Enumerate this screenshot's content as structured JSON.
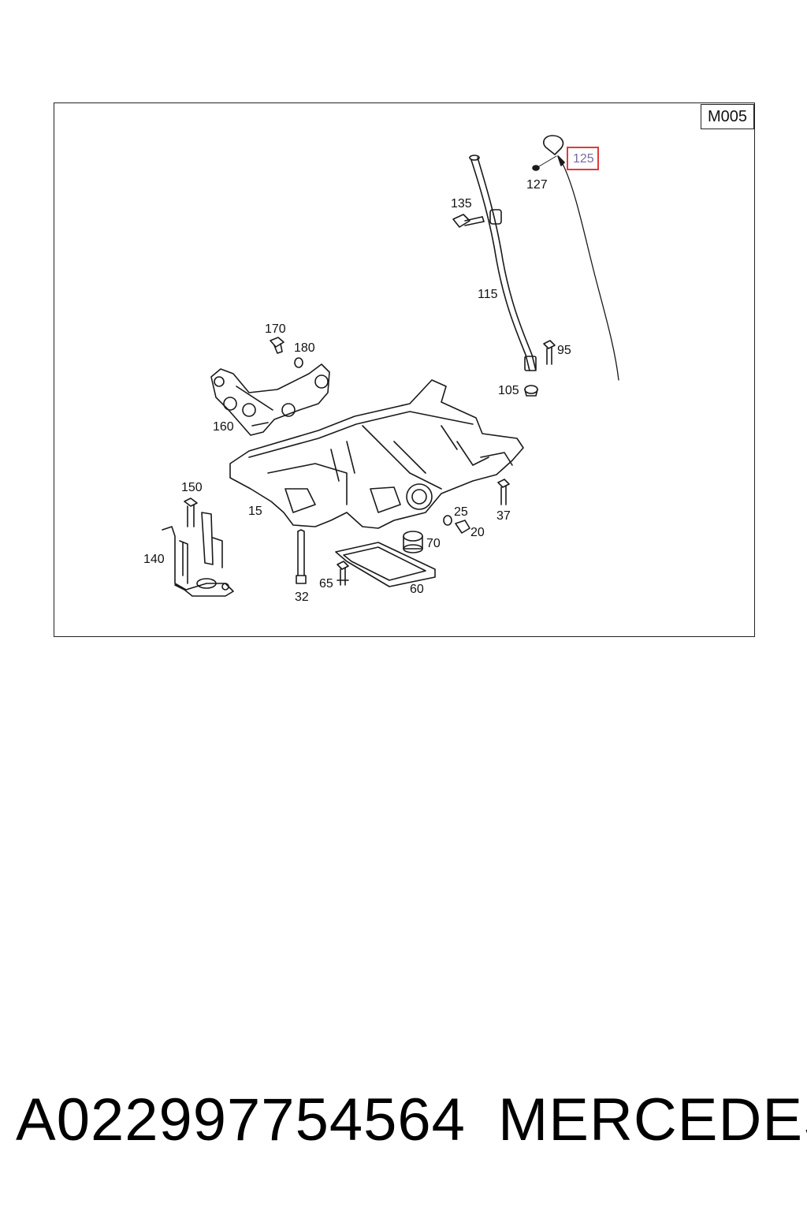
{
  "diagram": {
    "plate_code": "M005",
    "callouts": {
      "c125": "125",
      "c127": "127",
      "c135": "135",
      "c115": "115",
      "c170": "170",
      "c180": "180",
      "c95": "95",
      "c105": "105",
      "c160": "160",
      "c150": "150",
      "c15": "15",
      "c25": "25",
      "c20": "20",
      "c37": "37",
      "c70": "70",
      "c140": "140",
      "c65": "65",
      "c60": "60",
      "c32": "32"
    },
    "highlighted_callout": "125",
    "highlight_color": "#e23a3a"
  },
  "footer": {
    "part_number": "A022997754564",
    "brand": "MERCEDES"
  }
}
